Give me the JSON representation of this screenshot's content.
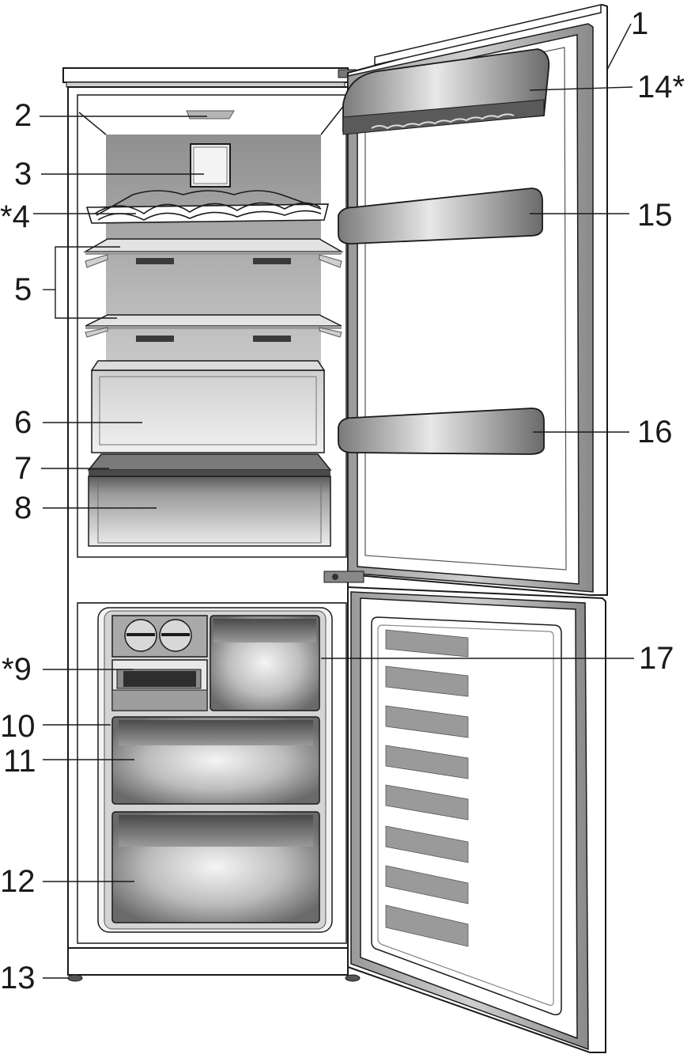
{
  "callouts": [
    {
      "label": "1"
    },
    {
      "label": "14*"
    },
    {
      "label": "2"
    },
    {
      "label": "3"
    },
    {
      "label": "*4"
    },
    {
      "label": "15"
    },
    {
      "label": "5"
    },
    {
      "label": "6"
    },
    {
      "label": "16"
    },
    {
      "label": "7"
    },
    {
      "label": "8"
    },
    {
      "label": "*9"
    },
    {
      "label": "17"
    },
    {
      "label": "10"
    },
    {
      "label": "11"
    },
    {
      "label": "12"
    },
    {
      "label": "13"
    }
  ],
  "colors": {
    "line": "#1a1a1a",
    "fridge_interior": "#a8a8a8",
    "cabinet_white": "#ffffff",
    "door_frame": "#b8b8b8",
    "bin_dark": "#6e6e6e",
    "bin_light": "#e6e6e6",
    "shelf_glass": "#d9d9d9"
  }
}
